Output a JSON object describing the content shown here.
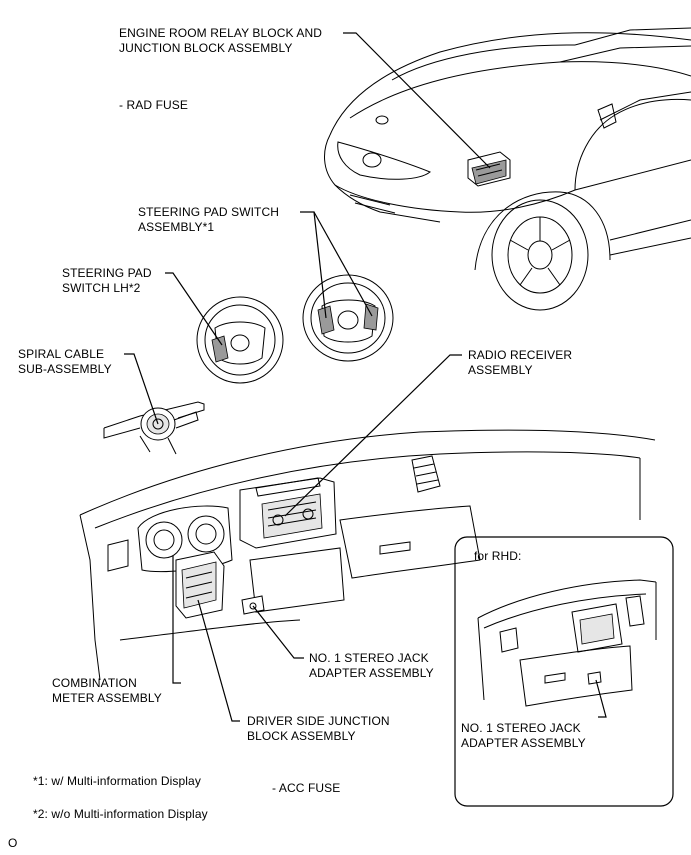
{
  "labels": {
    "engine_room_relay": "ENGINE ROOM RELAY BLOCK AND\nJUNCTION BLOCK ASSEMBLY",
    "rad_fuse": "- RAD FUSE",
    "steering_pad_switch": "STEERING PAD SWITCH\nASSEMBLY*1",
    "steering_pad_switch_lh": "STEERING PAD\nSWITCH LH*2",
    "spiral_cable": "SPIRAL CABLE\nSUB-ASSEMBLY",
    "radio_receiver": "RADIO RECEIVER\nASSEMBLY",
    "stereo_jack": "NO. 1 STEREO JACK\nADAPTER ASSEMBLY",
    "combination_meter": "COMBINATION\nMETER ASSEMBLY",
    "driver_side_jb": "DRIVER SIDE JUNCTION\nBLOCK ASSEMBLY",
    "acc_fuse": "- ACC FUSE",
    "footnote_1": "*1: w/ Multi-information Display",
    "footnote_2": "*2: w/o Multi-information Display",
    "figure_code": "O"
  },
  "inset": {
    "title": "for RHD:",
    "stereo_jack": "NO. 1 STEREO JACK\nADAPTER ASSEMBLY"
  }
}
